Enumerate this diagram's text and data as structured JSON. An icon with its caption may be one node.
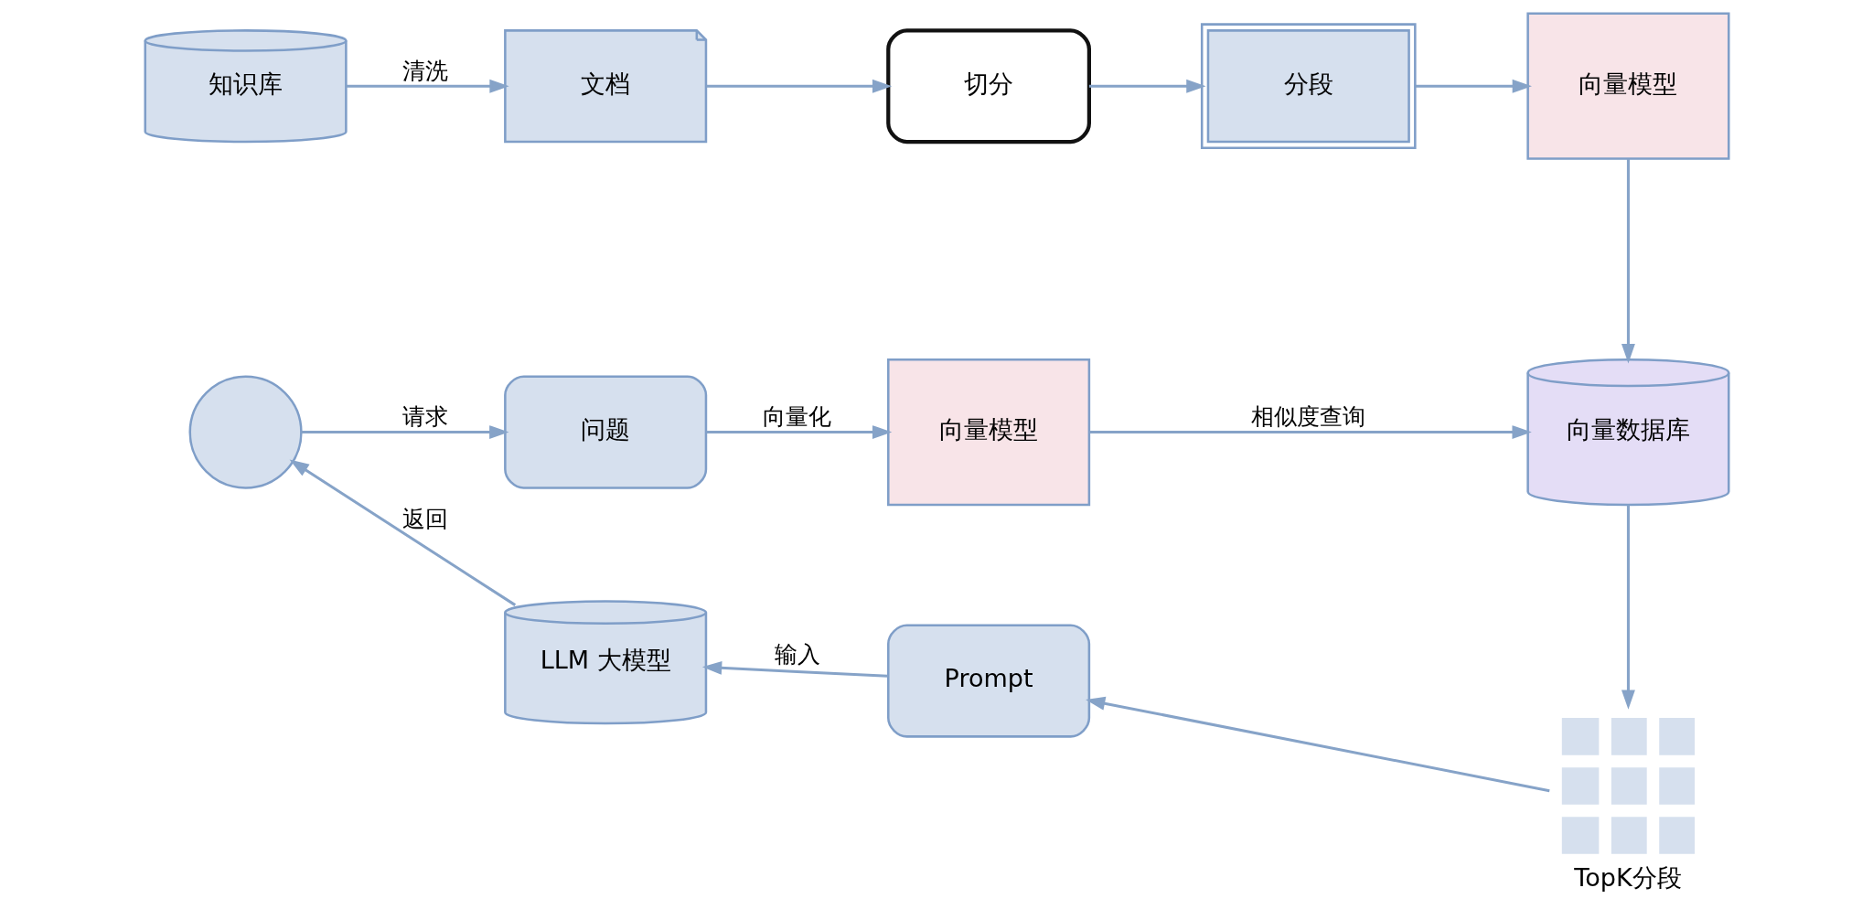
{
  "diagram": {
    "nodes": [
      {
        "text": [
          "知识库"
        ]
      },
      {
        "text": [
          "文档"
        ]
      },
      {
        "text": [
          "切分"
        ]
      },
      {
        "text": [
          "分段"
        ]
      },
      {
        "text": [
          "向量模型"
        ]
      },
      {
        "text": [],
        "shape": "person"
      },
      {
        "text": [
          "问题"
        ]
      },
      {
        "text": [
          "向量模型"
        ]
      },
      {
        "text": [
          "向量数据库"
        ]
      },
      {
        "text": [
          "TopK分段"
        ]
      },
      {
        "text": [
          "Prompt"
        ]
      },
      {
        "text": [
          "LLM 大模型"
        ]
      }
    ],
    "edges": [
      {
        "from": 0,
        "to": 1,
        "arrow": "to",
        "label": "清洗"
      },
      {
        "from": 1,
        "to": 2,
        "arrow": "to"
      },
      {
        "from": 2,
        "to": 3,
        "arrow": "to"
      },
      {
        "from": 3,
        "to": 4,
        "arrow": "to"
      },
      {
        "from": 4,
        "to": 8,
        "arrow": "to"
      },
      {
        "from": 5,
        "to": 6,
        "arrow": "to",
        "label": "请求"
      },
      {
        "from": 6,
        "to": 7,
        "arrow": "to",
        "label": "向量化"
      },
      {
        "from": 7,
        "to": 8,
        "arrow": "to",
        "label": "相似度查询"
      },
      {
        "from": 8,
        "to": 9,
        "arrow": "to"
      },
      {
        "from": 9,
        "to": 10,
        "arrow": "to"
      },
      {
        "from": 10,
        "to": 11,
        "arrow": "to",
        "label": "输入"
      },
      {
        "from": 11,
        "to": 5,
        "arrow": "to",
        "label": "返回"
      }
    ]
  }
}
